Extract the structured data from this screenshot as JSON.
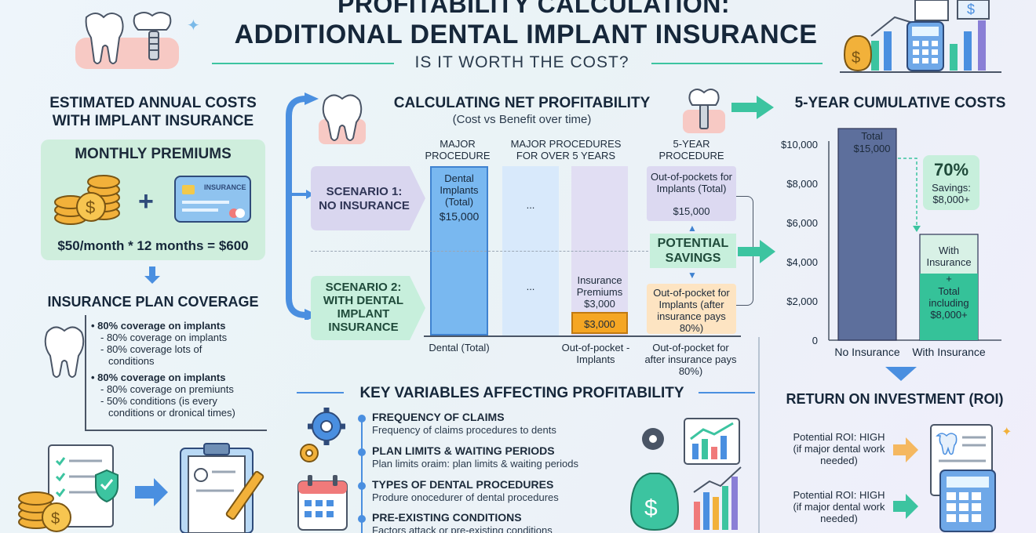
{
  "header": {
    "title_line1": "PROFITABILITY CALCULATION:",
    "title_line2": "ADDITIONAL DENTAL IMPLANT INSURANCE",
    "subtitle": "IS IT WORTH THE COST?"
  },
  "left": {
    "title": "ESTIMATED ANNUAL COSTS WITH IMPLANT INSURANCE",
    "premiums_title": "MONTHLY PREMIUMS",
    "card_label": "INSURANCE",
    "premium_formula": "$50/month * 12 months = $600",
    "coverage_title": "INSURANCE PLAN COVERAGE",
    "coverage_groups": [
      {
        "head": "• 80% coverage on implants",
        "items": [
          "- 80% coverage on implants",
          "- 80% coverage lots of",
          "  conditions"
        ]
      },
      {
        "head": "• 80% coverage on implants",
        "items": [
          "- 80% coverage on premiunts",
          "- 50% conditions (is every",
          "  conditions or dronical times)"
        ]
      }
    ]
  },
  "middle": {
    "title": "CALCULATING NET PROFITABILITY",
    "subtitle": "(Cost vs Benefit over time)",
    "col_headers": [
      "MAJOR PROCEDURE",
      "MAJOR PROCEDURES FOR OVER 5 YEARS",
      "5-YEAR PROCEDURE"
    ],
    "scenario1": "SCENARIO 1: NO INSURANCE",
    "scenario2": "SCENARIO 2: WITH DENTAL IMPLANT INSURANCE",
    "dental_bar_label": "Dental Implants (Total)",
    "dental_bar_value": "$15,000",
    "ellipsis_1": "...",
    "ellipsis_2": "...",
    "premiums_label": "Insurance Premiums",
    "premiums_value": "$3,000",
    "premiums_box": "$3,000",
    "oop_top": "Out-of-pockets for Implants (Total)",
    "oop_top_value": "$15,000",
    "potential_savings": "POTENTIAL SAVINGS",
    "oop_bottom": "Out-of-pocket for Implants (after insurance pays 80%)",
    "bottom_labels": [
      "Dental (Total)",
      "Out-of-pocket - Implants",
      "Out-of-pocket for after insurance pays 80%)"
    ]
  },
  "key_vars": {
    "title": "KEY VARIABLES AFFECTING PROFITABILITY",
    "items": [
      {
        "head": "FREQUENCY OF CLAIMS",
        "desc": "Frequency of claims procedures to dents"
      },
      {
        "head": "PLAN LIMITS & WAITING PERIODS",
        "desc": "Plan limits oraim: plan limits & waiting periods"
      },
      {
        "head": "TYPES OF DENTAL PROCEDURES",
        "desc": "Produre onocedurer of dental procedures"
      },
      {
        "head": "PRE-EXISTING CONDITIONS",
        "desc": "Factors attack or pre-existing conditions"
      }
    ]
  },
  "right": {
    "title": "5-YEAR CUMULATIVE COSTS",
    "no_ins_label": "Total",
    "no_ins_value": "$15,000",
    "savings_pct": "70%",
    "savings_text": "Savings: $8,000+",
    "with_ins_text": "With Insurance",
    "with_ins_plus": "+",
    "with_ins_total": "Total including $8,000+",
    "roi_title": "RETURN ON INVESTMENT (ROI)",
    "roi_items": [
      "Potential ROI: HIGH (if major dental work needed)",
      "Potential ROI: HIGH (if major dental work needed)"
    ]
  },
  "chart_data": {
    "type": "bar",
    "categories": [
      "No Insurance",
      "With Insurance"
    ],
    "series": [
      {
        "values": [
          15000,
          5400
        ]
      }
    ],
    "yticks": [
      "$10,000",
      "$8,000",
      "$6,000",
      "$4,000",
      "$2,000",
      "0"
    ],
    "ylim": [
      0,
      10000
    ],
    "colors": [
      "#5d6f9c",
      "#d8f1e6"
    ],
    "with_ins_segment_value": 3400,
    "with_ins_segment_color": "#35c299"
  },
  "colors": {
    "accent_blue": "#4a8fe0",
    "accent_green": "#3cc4a0",
    "lavender": "#d9d6ef",
    "orange": "#f5a623"
  }
}
